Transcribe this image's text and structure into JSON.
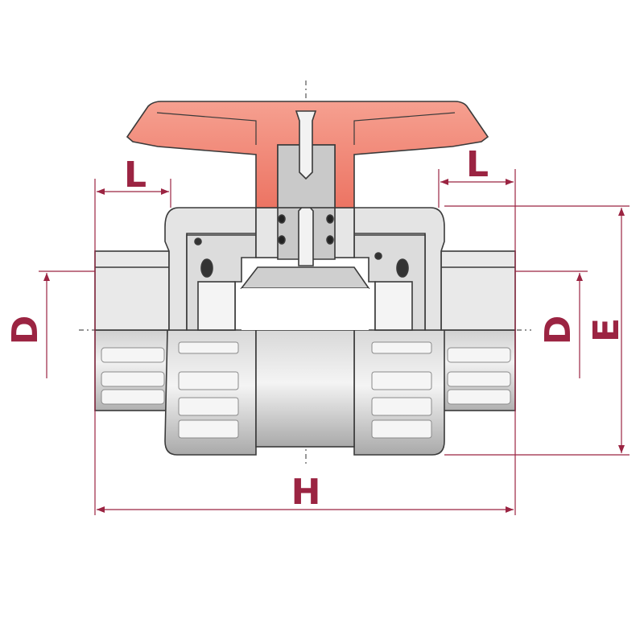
{
  "drawing": {
    "dimension_labels": {
      "L_left": "L",
      "L_right": "L",
      "D_left": "D",
      "D_right": "D",
      "E": "E",
      "H": "H"
    }
  },
  "colors": {
    "handle": "#f08070",
    "dimension": "#9b2442",
    "outline": "#3a3a3a",
    "body_light": "#e8e8e8",
    "body_shade": "#b9b9b9",
    "body_mid": "#d6d6d6"
  }
}
